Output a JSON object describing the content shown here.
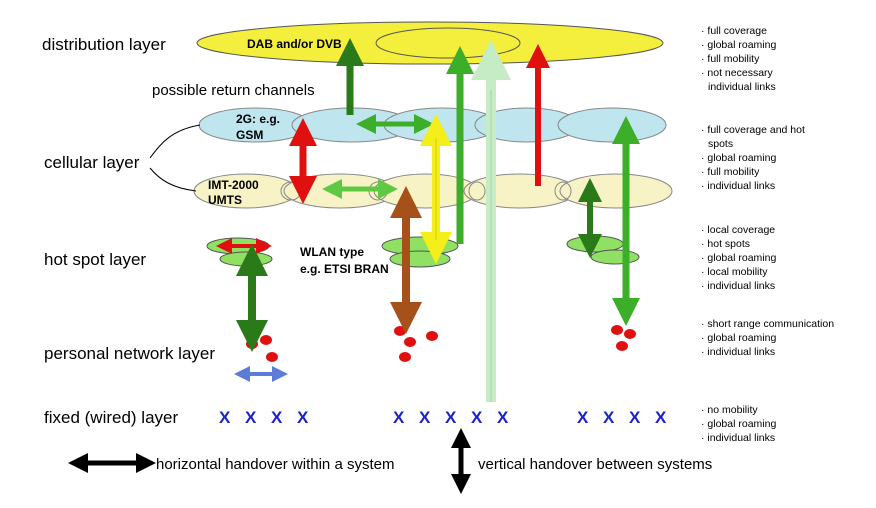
{
  "layers": {
    "distribution": "distribution layer",
    "cellular": "cellular layer",
    "hotspot": "hot spot layer",
    "personal": "personal network layer",
    "fixed": "fixed (wired) layer"
  },
  "labels": {
    "dab_dvb": "DAB and/or DVB",
    "return_channels": "possible return channels",
    "gsm_line1": "2G: e.g.",
    "gsm_line2": "GSM",
    "umts_line1": "IMT-2000",
    "umts_line2": "UMTS",
    "wlan_line1": "WLAN type",
    "wlan_line2": "e.g. ETSI BRAN"
  },
  "fixed_marks": "X",
  "notes": {
    "distribution": [
      "full coverage",
      "global roaming",
      "full mobility",
      "not necessary",
      "individual links"
    ],
    "cellular": [
      "full coverage and hot",
      "spots",
      "global roaming",
      "full mobility",
      "individual links"
    ],
    "hotspot": [
      "local coverage",
      "hot spots",
      "global roaming",
      "local mobility",
      "individual links"
    ],
    "personal": [
      "short range communication",
      "global roaming",
      "individual links"
    ],
    "fixed": [
      "no mobility",
      "global roaming",
      "individual links"
    ]
  },
  "legend": {
    "horizontal": "horizontal handover within a system",
    "vertical": "vertical handover between systems"
  },
  "colors": {
    "distribution_fill": "#f4ef3c",
    "gsm_fill": "#bfe6ee",
    "umts_fill": "#f8f3c6",
    "hotspot_fill": "#8fe063",
    "dot_red": "#e01010",
    "x_blue": "#1a22c8",
    "arrow_dark_green": "#2a7a1a",
    "arrow_green": "#3cae2a",
    "arrow_light_green": "#5fc944",
    "arrow_red": "#e01010",
    "arrow_yellow": "#f4ee1a",
    "arrow_brown": "#a6501a",
    "arrow_pale": "#c6ecc6",
    "arrow_blue": "#5c7cd8"
  }
}
